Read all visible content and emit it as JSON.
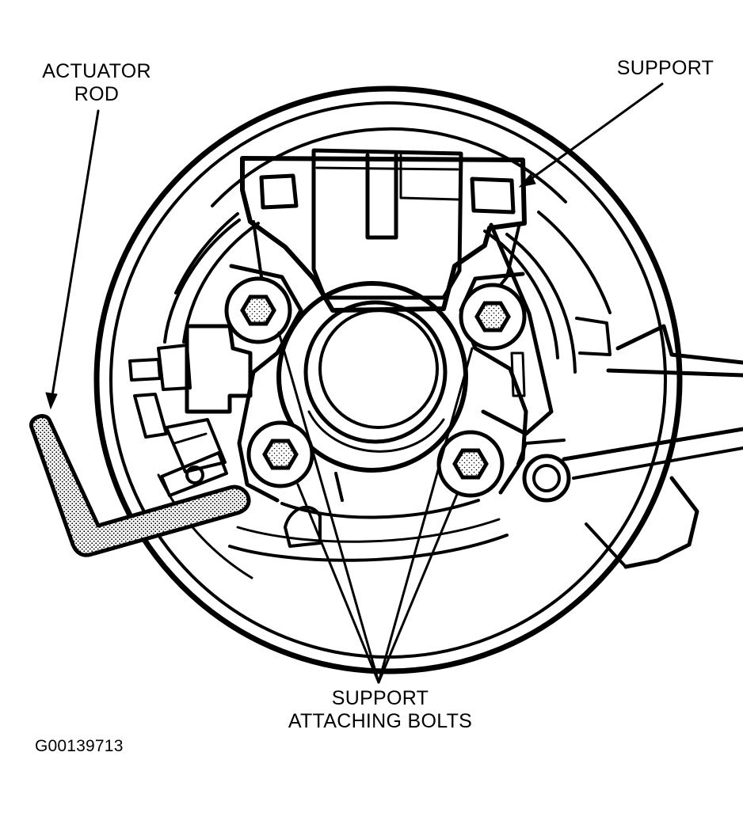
{
  "labels": {
    "actuator_rod": [
      "ACTUATOR",
      "ROD"
    ],
    "support": "SUPPORT",
    "support_attaching_bolts": [
      "SUPPORT",
      "ATTACHING BOLTS"
    ]
  },
  "figure_id": "G00139713"
}
